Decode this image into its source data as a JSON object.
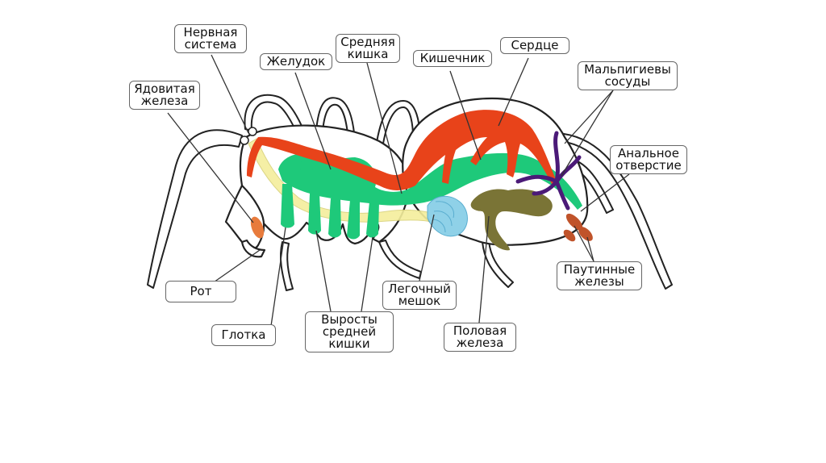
{
  "labels": {
    "nervous_system": [
      "Нервная",
      "система"
    ],
    "venom_gland": [
      "Ядовитая",
      "железа"
    ],
    "stomach": [
      "Желудок"
    ],
    "midgut": [
      "Средняя",
      "кишка"
    ],
    "intestine": [
      "Кишечник"
    ],
    "heart": [
      "Сердце"
    ],
    "malpighian": [
      "Мальпигиевы",
      "сосуды"
    ],
    "anus": [
      "Анальное",
      "отверстие"
    ],
    "mouth": [
      "Рот"
    ],
    "pharynx": [
      "Глотка"
    ],
    "midgut_outgrowths": [
      "Выросты",
      "средней",
      "кишки"
    ],
    "book_lung": [
      "Легочный",
      "мешок"
    ],
    "gonad": [
      "Половая",
      "железа"
    ],
    "silk_glands": [
      "Паутинные",
      "железы"
    ]
  },
  "colors": {
    "outline": "#222222",
    "leader": "#333333",
    "label_border": "#666666",
    "nerve": "#f4ee9c",
    "gut": "#1ec97a",
    "heart": "#e8431a",
    "venom": "#e87b3c",
    "lung": "#8fd1e8",
    "gonad": "#7a7436",
    "malpighian": "#4b1a78",
    "silk": "#c0532a"
  }
}
